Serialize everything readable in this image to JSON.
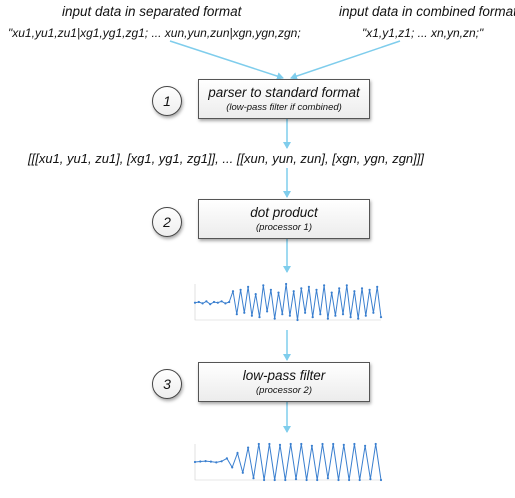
{
  "inputs": {
    "separated": {
      "title": "input data in separated format",
      "format": "\"xu1,yu1,zu1|xg1,yg1,zg1; ... xun,yun,zun|xgn,ygn,zgn;"
    },
    "combined": {
      "title": "input data in combined format",
      "format": "\"x1,y1,z1; ... xn,yn,zn;\""
    }
  },
  "steps": [
    {
      "number": "1",
      "title": "parser to standard format",
      "subtitle": "(low-pass filter if combined)"
    },
    {
      "number": "2",
      "title": "dot product",
      "subtitle": "(processor 1)"
    },
    {
      "number": "3",
      "title": "low-pass filter",
      "subtitle": "(processor 2)"
    }
  ],
  "standard_format": "[[[xu1, yu1, zu1], [xg1, yg1, zg1]], ... [[xun, yun, zun], [xgn, ygn, zgn]]]",
  "colors": {
    "arrow": "#7fcdec",
    "chart_line": "#3a7fcf"
  },
  "chart_data": [
    {
      "type": "line",
      "title": "",
      "xlabel": "",
      "ylabel": "",
      "grid": false,
      "series": [
        {
          "values": [
            0,
            0.05,
            -0.05,
            0.1,
            -0.1,
            0.05,
            0,
            0.1,
            -0.05,
            0.05,
            0.8,
            -0.8,
            0.9,
            -0.7,
            1.1,
            -0.9,
            0.6,
            -1.0,
            1.2,
            -0.6,
            0.9,
            -1.1,
            0.7,
            -0.8,
            1.3,
            -0.9,
            0.8,
            -1.2,
            1.0,
            -0.7,
            1.1,
            -1.0,
            0.9,
            -0.8,
            1.2,
            -1.1,
            0.7,
            -0.9,
            1.0,
            -0.8,
            1.2,
            -1.0,
            0.8,
            -1.1,
            1.0,
            -0.9,
            0.9,
            -0.7,
            1.1,
            -1.0
          ]
        }
      ]
    },
    {
      "type": "line",
      "title": "",
      "xlabel": "",
      "ylabel": "",
      "grid": false,
      "series": [
        {
          "values": [
            0,
            0.03,
            0.05,
            0.02,
            -0.02,
            0.04,
            0.2,
            -0.3,
            0.5,
            -0.6,
            0.8,
            -0.9,
            1.0,
            -1.0,
            1.0,
            -1.0,
            0.95,
            -1.0,
            1.0,
            -0.95,
            1.0,
            -1.0,
            0.9,
            -1.0,
            1.0,
            -0.9,
            1.0,
            -1.0,
            0.95,
            -1.0,
            1.0,
            -1.0,
            0.9,
            -0.95,
            1.0,
            -1.0
          ]
        }
      ]
    }
  ]
}
